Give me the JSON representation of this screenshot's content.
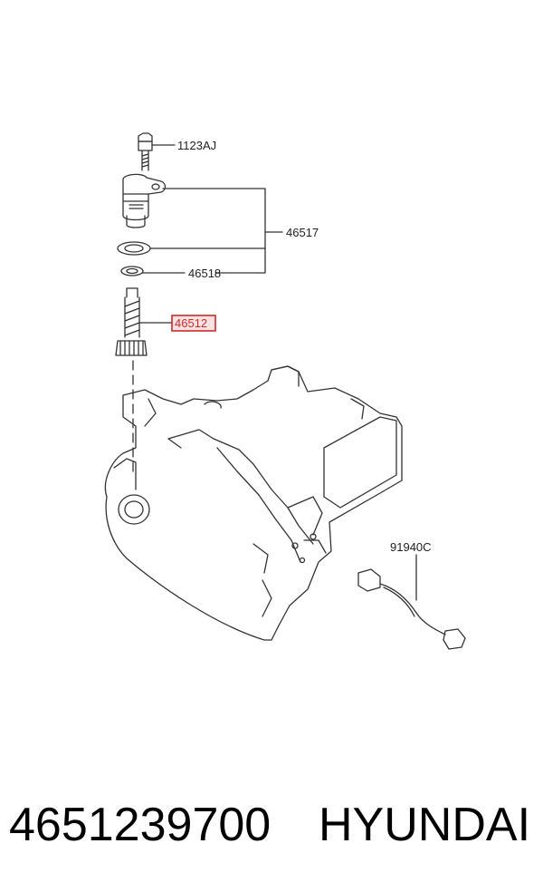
{
  "callouts": {
    "bolt": "1123AJ",
    "sensor_assembly": "46517",
    "seal_ring": "46518",
    "driven_gear": "46512",
    "harness": "91940C"
  },
  "highlighted_callout": "46512",
  "footer": {
    "part_number": "4651239700",
    "brand": "HYUNDAI"
  },
  "colors": {
    "line": "#333333",
    "highlight": "#d12a2a",
    "highlight_fill": "#fbe3e3"
  }
}
